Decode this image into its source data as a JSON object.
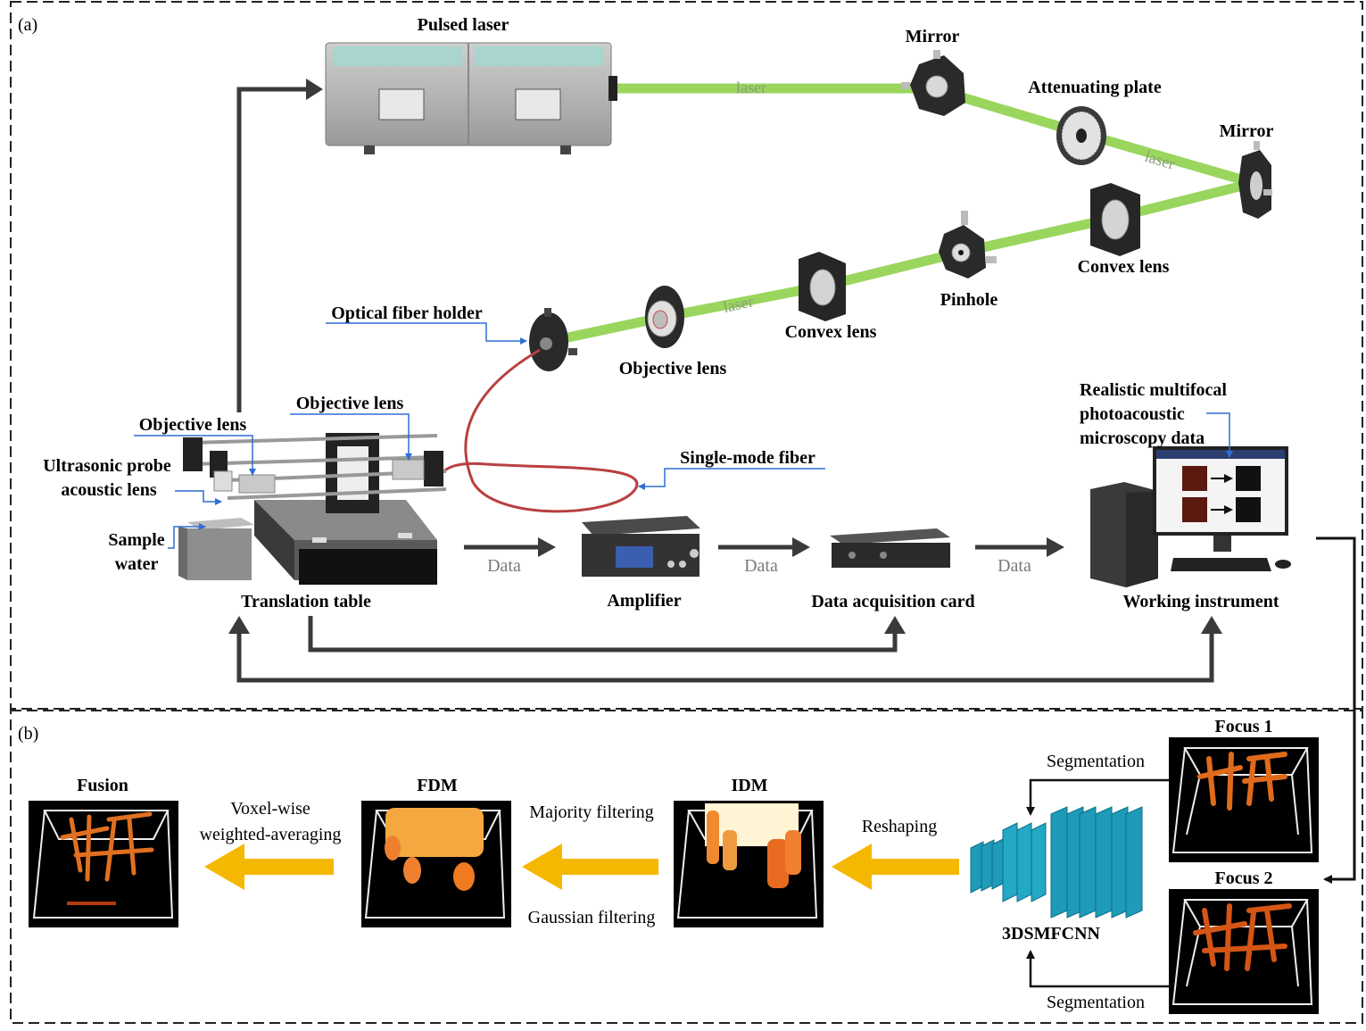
{
  "panels": {
    "a": {
      "tag": "(a)"
    },
    "b": {
      "tag": "(b)"
    }
  },
  "optics": {
    "pulsed_laser": "Pulsed laser",
    "mirror_1": "Mirror",
    "attenuating_plate": "Attenuating plate",
    "mirror_2": "Mirror",
    "convex_lens_1": "Convex lens",
    "pinhole": "Pinhole",
    "convex_lens_2": "Convex lens",
    "objective_lens_1": "Objective lens",
    "optical_fiber_holder": "Optical fiber holder",
    "single_mode_fiber": "Single-mode fiber",
    "laser_beam": "laser"
  },
  "setup": {
    "objective_lens_2": "Objective lens",
    "objective_lens_3": "Objective lens",
    "ultrasonic_probe": "Ultrasonic probe",
    "acoustic_lens": "acoustic lens",
    "sample": "Sample",
    "water": "water",
    "translation_table": "Translation table",
    "amplifier": "Amplifier",
    "daq_card": "Data acquisition card",
    "working_instrument": "Working instrument",
    "data_label": "Data",
    "realistic_data": [
      "Realistic multifocal",
      "photoacoustic",
      "microscopy data"
    ]
  },
  "pipeline": {
    "focus1": "Focus 1",
    "focus2": "Focus 2",
    "segmentation": "Segmentation",
    "network": "3DSMFCNN",
    "reshaping": "Reshaping",
    "idm": "IDM",
    "fdm": "FDM",
    "majority_filtering": "Majority filtering",
    "gaussian_filtering": "Gaussian filtering",
    "fusion": "Fusion",
    "voxel_wise": "Voxel-wise",
    "weighted_averaging": "weighted-averaging"
  },
  "colors": {
    "laser": "#8fd24c",
    "flow_arrow": "#f5b800",
    "connector": "#3a3a3a",
    "cnn_block": "#1e9bb8",
    "callout": "#2f6fd6",
    "fiber": "#b84040"
  }
}
